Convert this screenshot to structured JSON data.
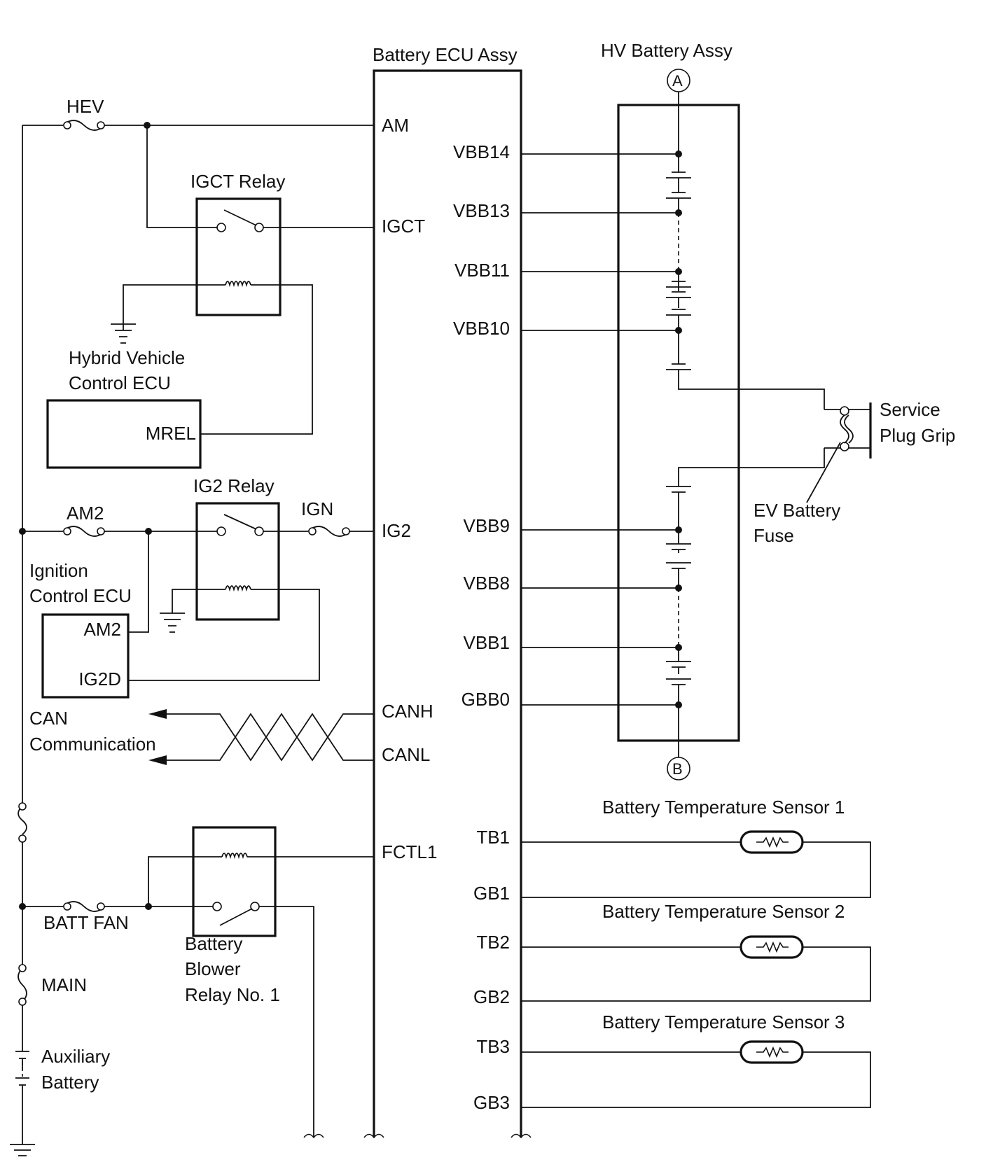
{
  "ecu_title": "Battery ECU Assy",
  "hv_title": "HV Battery Assy",
  "connectors": {
    "top": "A",
    "bottom": "B"
  },
  "ecu_left_pins": {
    "am": "AM",
    "igct": "IGCT",
    "ig2": "IG2",
    "canh": "CANH",
    "canl": "CANL",
    "fctl1": "FCTL1"
  },
  "ecu_right_pins": {
    "vbb14": "VBB14",
    "vbb13": "VBB13",
    "vbb11": "VBB11",
    "vbb10": "VBB10",
    "vbb9": "VBB9",
    "vbb8": "VBB8",
    "vbb1": "VBB1",
    "gbb0": "GBB0",
    "tb1": "TB1",
    "gb1": "GB1",
    "tb2": "TB2",
    "gb2": "GB2",
    "tb3": "TB3",
    "gb3": "GB3"
  },
  "fuses": {
    "hev": "HEV",
    "am2": "AM2",
    "ign": "IGN",
    "batt_fan": "BATT FAN",
    "main": "MAIN"
  },
  "relays": {
    "igct": "IGCT Relay",
    "ig2": "IG2 Relay",
    "blower_1": "Battery",
    "blower_2": "Blower",
    "blower_3": "Relay No. 1"
  },
  "hv_ecu": {
    "line1": "Hybrid Vehicle",
    "line2": "Control ECU",
    "pin": "MREL"
  },
  "ign_ecu": {
    "line1": "Ignition",
    "line2": "Control ECU",
    "pin_am2": "AM2",
    "pin_ig2d": "IG2D"
  },
  "can": {
    "line1": "CAN",
    "line2": "Communication"
  },
  "aux_battery": {
    "line1": "Auxiliary",
    "line2": "Battery"
  },
  "service_plug": {
    "line1": "Service",
    "line2": "Plug Grip"
  },
  "ev_fuse": {
    "line1": "EV Battery",
    "line2": "Fuse"
  },
  "sensors": {
    "s1": "Battery Temperature Sensor 1",
    "s2": "Battery Temperature Sensor 2",
    "s3": "Battery Temperature Sensor 3"
  }
}
